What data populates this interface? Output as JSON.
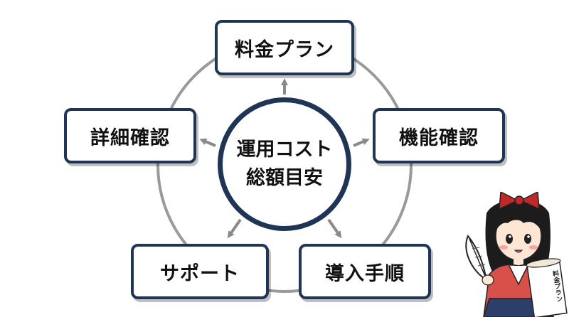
{
  "center": {
    "line1": "運用コスト",
    "line2": "総額目安"
  },
  "nodes": {
    "plan": "料金プラン",
    "function": "機能確認",
    "steps": "導入手順",
    "support": "サポート",
    "detail": "詳細確認"
  },
  "colors": {
    "border": "#1f3556",
    "ring": "#9a9a9a",
    "arrow": "#8a8a8a",
    "background": "#ffffff"
  },
  "character": {
    "scroll_text": "料金プラン"
  }
}
